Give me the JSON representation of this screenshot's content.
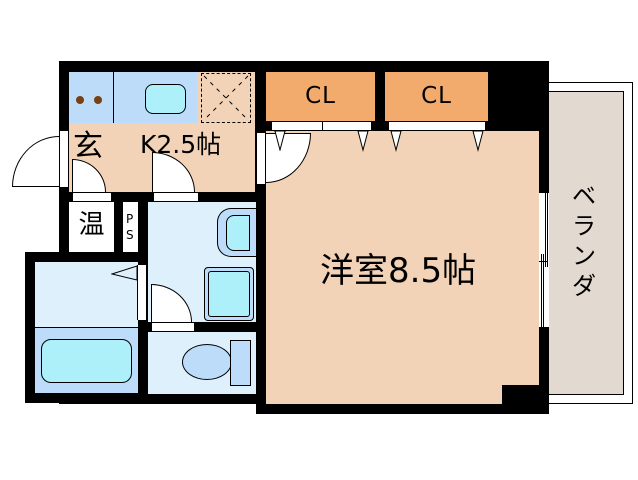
{
  "plan": {
    "entrance": {
      "label": "玄"
    },
    "kitchen": {
      "label": "K2.5帖"
    },
    "water_heater": {
      "label": "温"
    },
    "pipe_space": {
      "label_top": "P",
      "label_bottom": "S"
    },
    "closets": [
      {
        "label": "CL"
      },
      {
        "label": "CL"
      }
    ],
    "western_room": {
      "label": "洋室8.5帖"
    },
    "veranda": {
      "label": "ベランダ",
      "chars": [
        "ベ",
        "ラ",
        "ン",
        "ダ"
      ]
    }
  },
  "colors": {
    "wall": "#000000",
    "room_floor": "#f2d3b7",
    "closet": "#f2aa6d",
    "wet_area": "#ddf0fc",
    "fixture": "#bcdcfa",
    "water": "#aef0fa",
    "veranda": "#e2d9d0",
    "burner": "#7a3f12"
  }
}
